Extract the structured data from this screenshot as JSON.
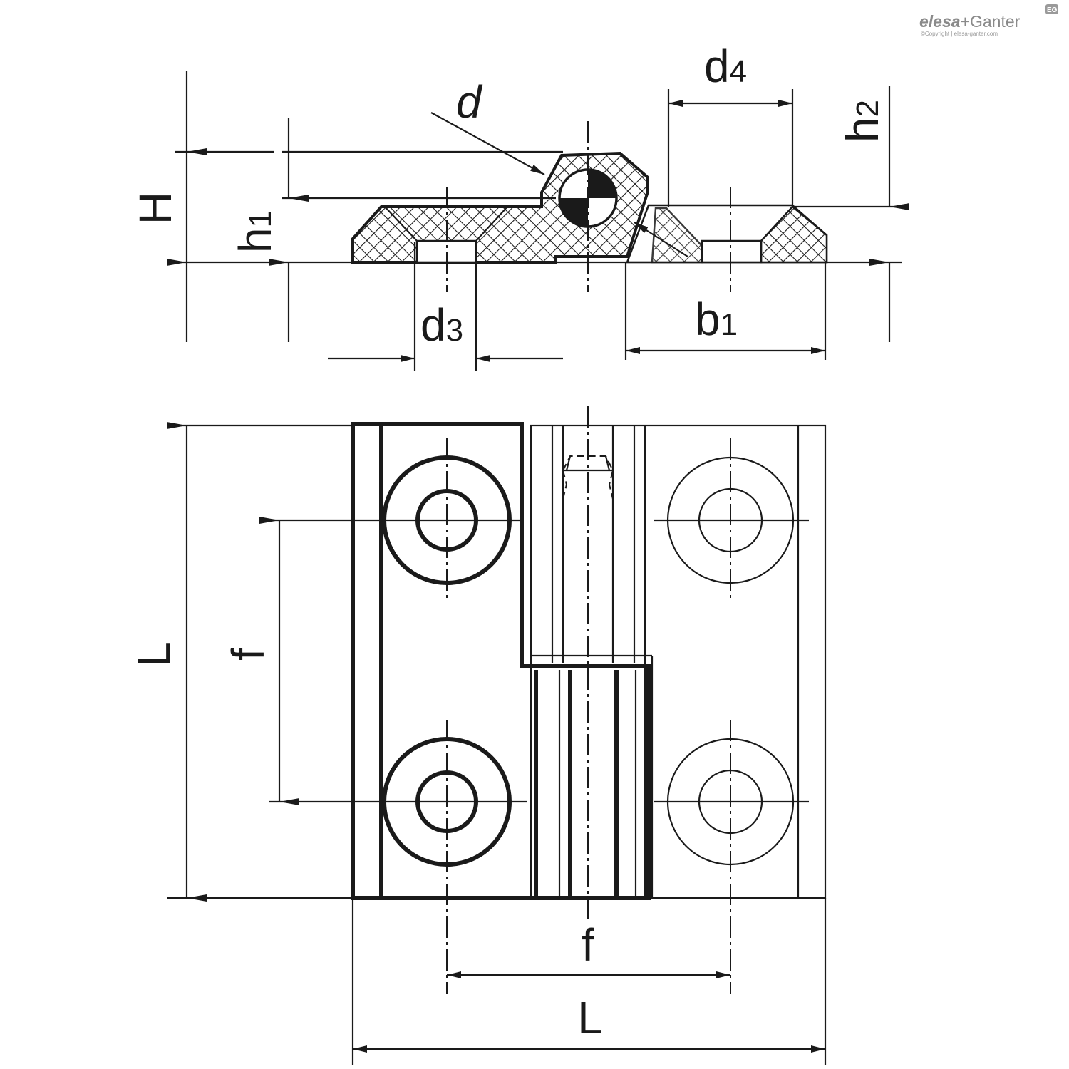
{
  "brand": {
    "name_part1": "elesa",
    "name_sep": "+",
    "name_part2": "Ganter",
    "badge": "EG",
    "copyright": "©Copyright | elesa-ganter.com"
  },
  "dimensions": {
    "H": "H",
    "h1_base": "h",
    "h1_sub": "1",
    "h2_base": "h",
    "h2_sub": "2",
    "d": "d",
    "d3_base": "d",
    "d3_sub": "3",
    "d4_base": "d",
    "d4_sub": "4",
    "b1_base": "b",
    "b1_sub": "1",
    "L_side": "L",
    "L_bottom": "L",
    "f_side": "f",
    "f_bottom": "f"
  },
  "colors": {
    "line": "#1a1a1a",
    "brand_gray": "#8a8a8a"
  }
}
